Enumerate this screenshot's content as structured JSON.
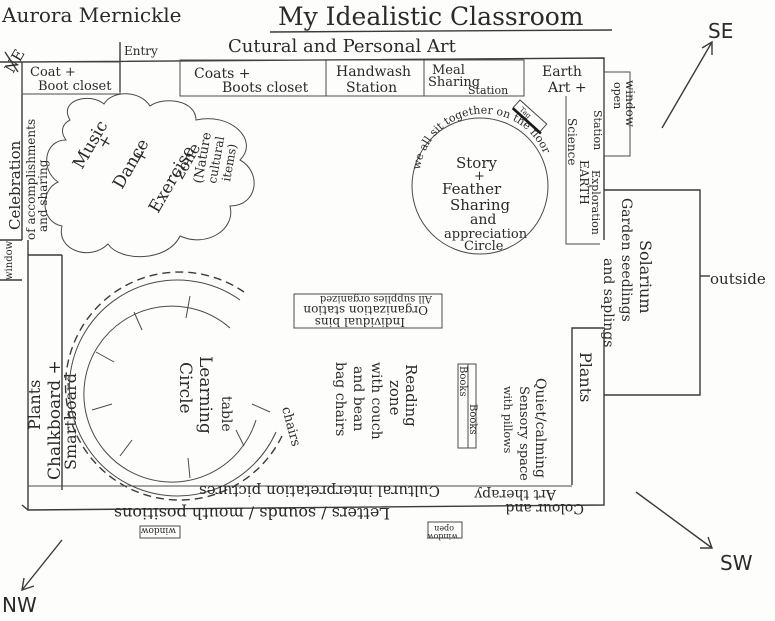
{
  "author": "Aurora Mernickle",
  "title": "My Idealistic Classroom",
  "compass": {
    "ne": "NE",
    "se": "SE",
    "sw": "SW",
    "nw": "NW"
  },
  "entry": "Entry",
  "top_wall": "Cutural and Personal Art",
  "coat_boot": [
    "Coat +",
    "Boot closet"
  ],
  "coats_boots": [
    "Coats +",
    "Boots closet"
  ],
  "handwash": [
    "Handwash",
    "Station"
  ],
  "meal": [
    "Meal",
    "Sharing",
    "Station"
  ],
  "earth_art": [
    "Earth",
    "Art +"
  ],
  "earth_science": [
    "EARTH",
    "Science",
    "Exploration",
    "Station"
  ],
  "open_window_right": [
    "open",
    "window"
  ],
  "celebration": [
    "Celebration",
    "of accomplishments",
    "and sharing"
  ],
  "music_zone": [
    "Music",
    "+",
    "Dance",
    "+",
    "Exercise",
    "zone"
  ],
  "nature_items": [
    "(Nature",
    "cultural",
    "items)"
  ],
  "story_circle": [
    "Story",
    "+",
    "Feather",
    "Sharing",
    "and",
    "appreciation",
    "Circle"
  ],
  "sit_floor": "we all sit together on the floor",
  "tag_small": "Tag",
  "solarium": [
    "Solarium",
    "Garden seedlings",
    "and saplings"
  ],
  "outside": "outside",
  "window_left": "window",
  "individual_bins": [
    "Individual bins",
    "Organization station",
    "All supplies organized"
  ],
  "plants_left": "Plants",
  "chalkboard": [
    "Chalkboard +",
    "Smartboard"
  ],
  "learning_circle": [
    "Learning",
    "Circle"
  ],
  "table_label": "table",
  "chairs_label": "chairs",
  "reading_zone": [
    "Reading",
    "zone",
    "with couch",
    "and bean",
    "bag chairs"
  ],
  "books": [
    "Books",
    "Books"
  ],
  "quiet_space": [
    "Quiet/calming",
    "Sensory space",
    "with pillows"
  ],
  "plants_right": "Plants",
  "colour_art": [
    "Colour and",
    "Art therapy"
  ],
  "cultural_pictures": "Cultural interpretation pictures",
  "letters_sounds": "Letters / sounds / mouth positions",
  "window_bottom": "window",
  "open_window_bottom": [
    "open",
    "window"
  ]
}
